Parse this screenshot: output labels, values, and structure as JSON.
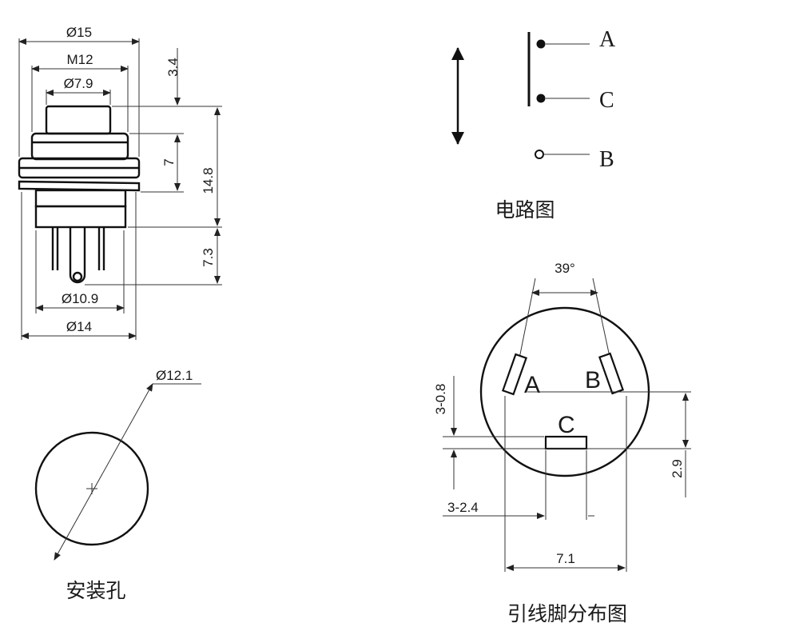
{
  "side_view": {
    "dims": [
      "Ø15",
      "M12",
      "Ø7.9",
      "Ø10.9",
      "Ø14",
      "3.4",
      "7",
      "14.8",
      "7.3"
    ]
  },
  "circuit": {
    "terminals": [
      "A",
      "C",
      "B"
    ],
    "caption": "电路图"
  },
  "mount_hole": {
    "dim": "Ø12.1",
    "caption": "安装孔"
  },
  "pinout": {
    "angle": "39°",
    "pins": [
      "A",
      "B",
      "C"
    ],
    "dims": [
      "3-0.8",
      "3-2.4",
      "7.1",
      "2.9"
    ],
    "caption": "引线脚分布图"
  }
}
